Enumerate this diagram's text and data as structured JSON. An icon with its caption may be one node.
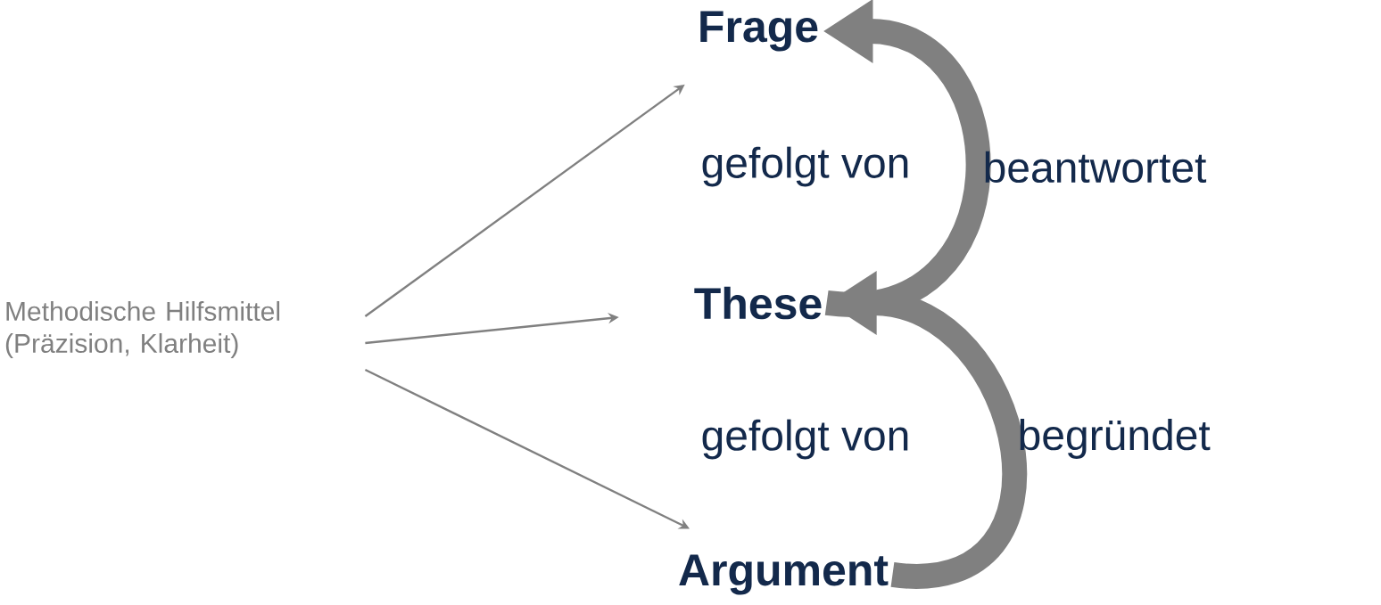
{
  "diagram": {
    "nodes": [
      {
        "text": [
          "Methodische Hilfsmittel (Präzision, Klarheit)"
        ]
      },
      {
        "text": [
          "Frage"
        ]
      },
      {
        "text": [
          "These"
        ]
      },
      {
        "text": [
          "Argument"
        ]
      }
    ],
    "edges": [
      {
        "from": 0,
        "to": 1,
        "arrow": "to"
      },
      {
        "from": 0,
        "to": 2,
        "arrow": "to"
      },
      {
        "from": 0,
        "to": 3,
        "arrow": "to"
      },
      {
        "from": 2,
        "to": 1,
        "arrow": "to",
        "label": "beantwortet",
        "style": "thick"
      },
      {
        "from": 3,
        "to": 2,
        "arrow": "to",
        "label": "begründet",
        "style": "thick"
      }
    ],
    "labels": [
      "gefolgt von",
      "gefolgt von"
    ]
  }
}
